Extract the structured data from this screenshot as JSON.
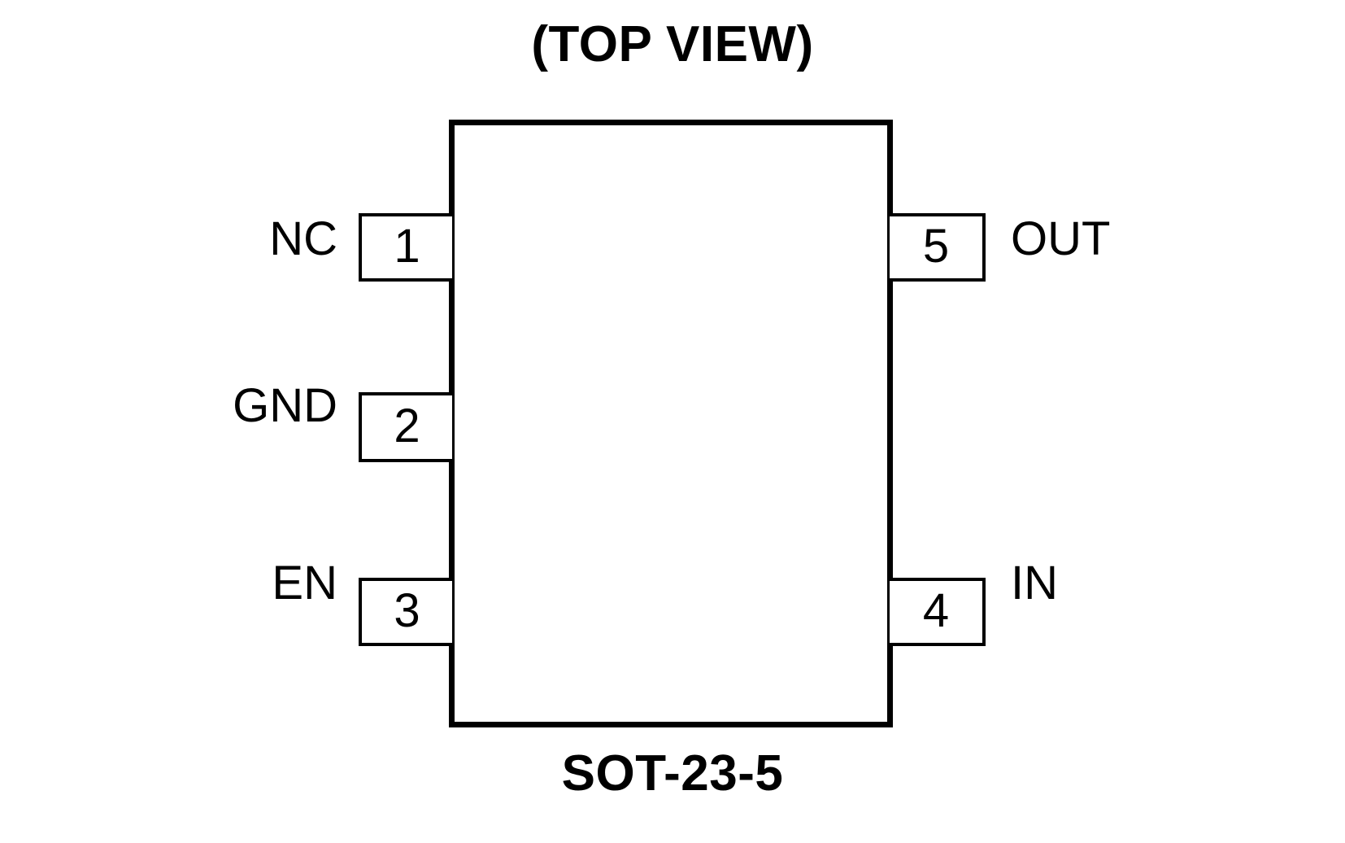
{
  "diagram": {
    "view_title": "(TOP VIEW)",
    "package_title": "SOT-23-5",
    "package_type": "SOT-23-5",
    "orientation": "top-view",
    "body_color": "#ffffff",
    "line_color": "#000000",
    "pin_count": 5,
    "pins": {
      "pin1": {
        "number": "1",
        "name": "NC",
        "side": "left"
      },
      "pin2": {
        "number": "2",
        "name": "GND",
        "side": "left"
      },
      "pin3": {
        "number": "3",
        "name": "EN",
        "side": "left"
      },
      "pin4": {
        "number": "4",
        "name": "IN",
        "side": "right"
      },
      "pin5": {
        "number": "5",
        "name": "OUT",
        "side": "right"
      }
    }
  }
}
